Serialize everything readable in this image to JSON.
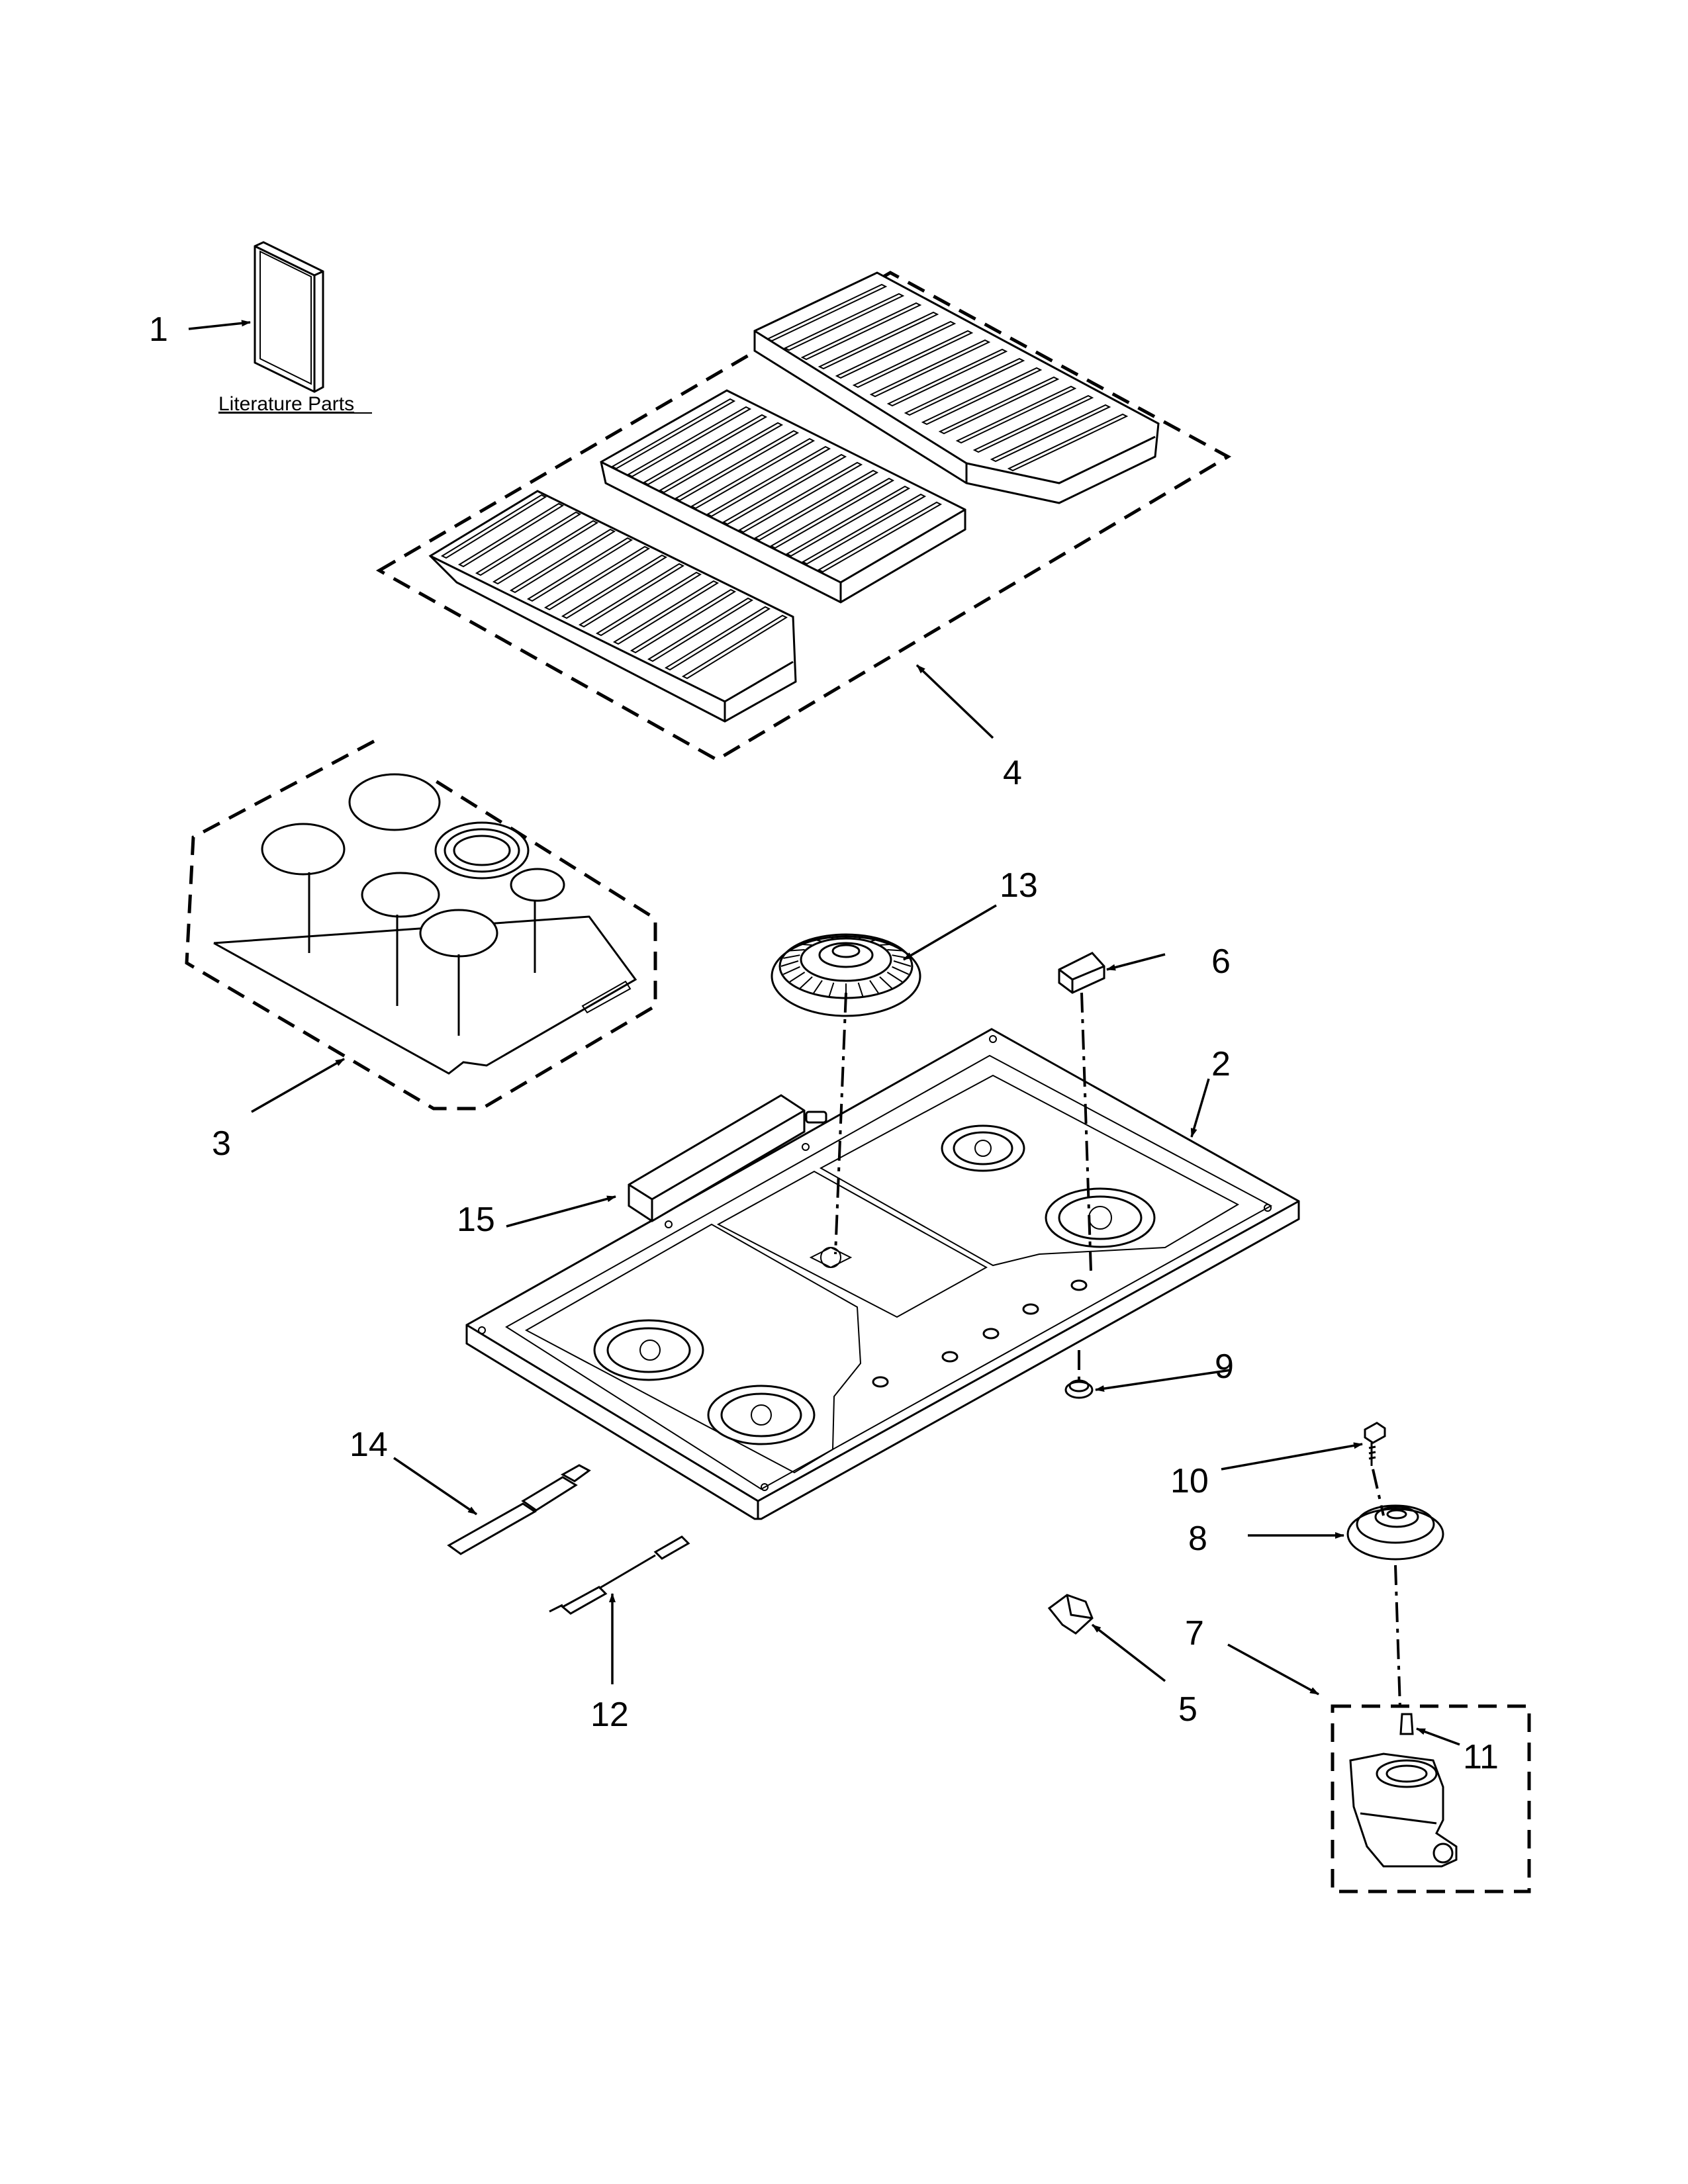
{
  "literature": {
    "label": "Literature Parts"
  },
  "callouts": [
    {
      "id": "1",
      "text": "1"
    },
    {
      "id": "2",
      "text": "2"
    },
    {
      "id": "3",
      "text": "3"
    },
    {
      "id": "4",
      "text": "4"
    },
    {
      "id": "5",
      "text": "5"
    },
    {
      "id": "6",
      "text": "6"
    },
    {
      "id": "7",
      "text": "7"
    },
    {
      "id": "8",
      "text": "8"
    },
    {
      "id": "9",
      "text": "9"
    },
    {
      "id": "10",
      "text": "10"
    },
    {
      "id": "11",
      "text": "11"
    },
    {
      "id": "12",
      "text": "12"
    },
    {
      "id": "13",
      "text": "13"
    },
    {
      "id": "14",
      "text": "14"
    },
    {
      "id": "15",
      "text": "15"
    }
  ]
}
